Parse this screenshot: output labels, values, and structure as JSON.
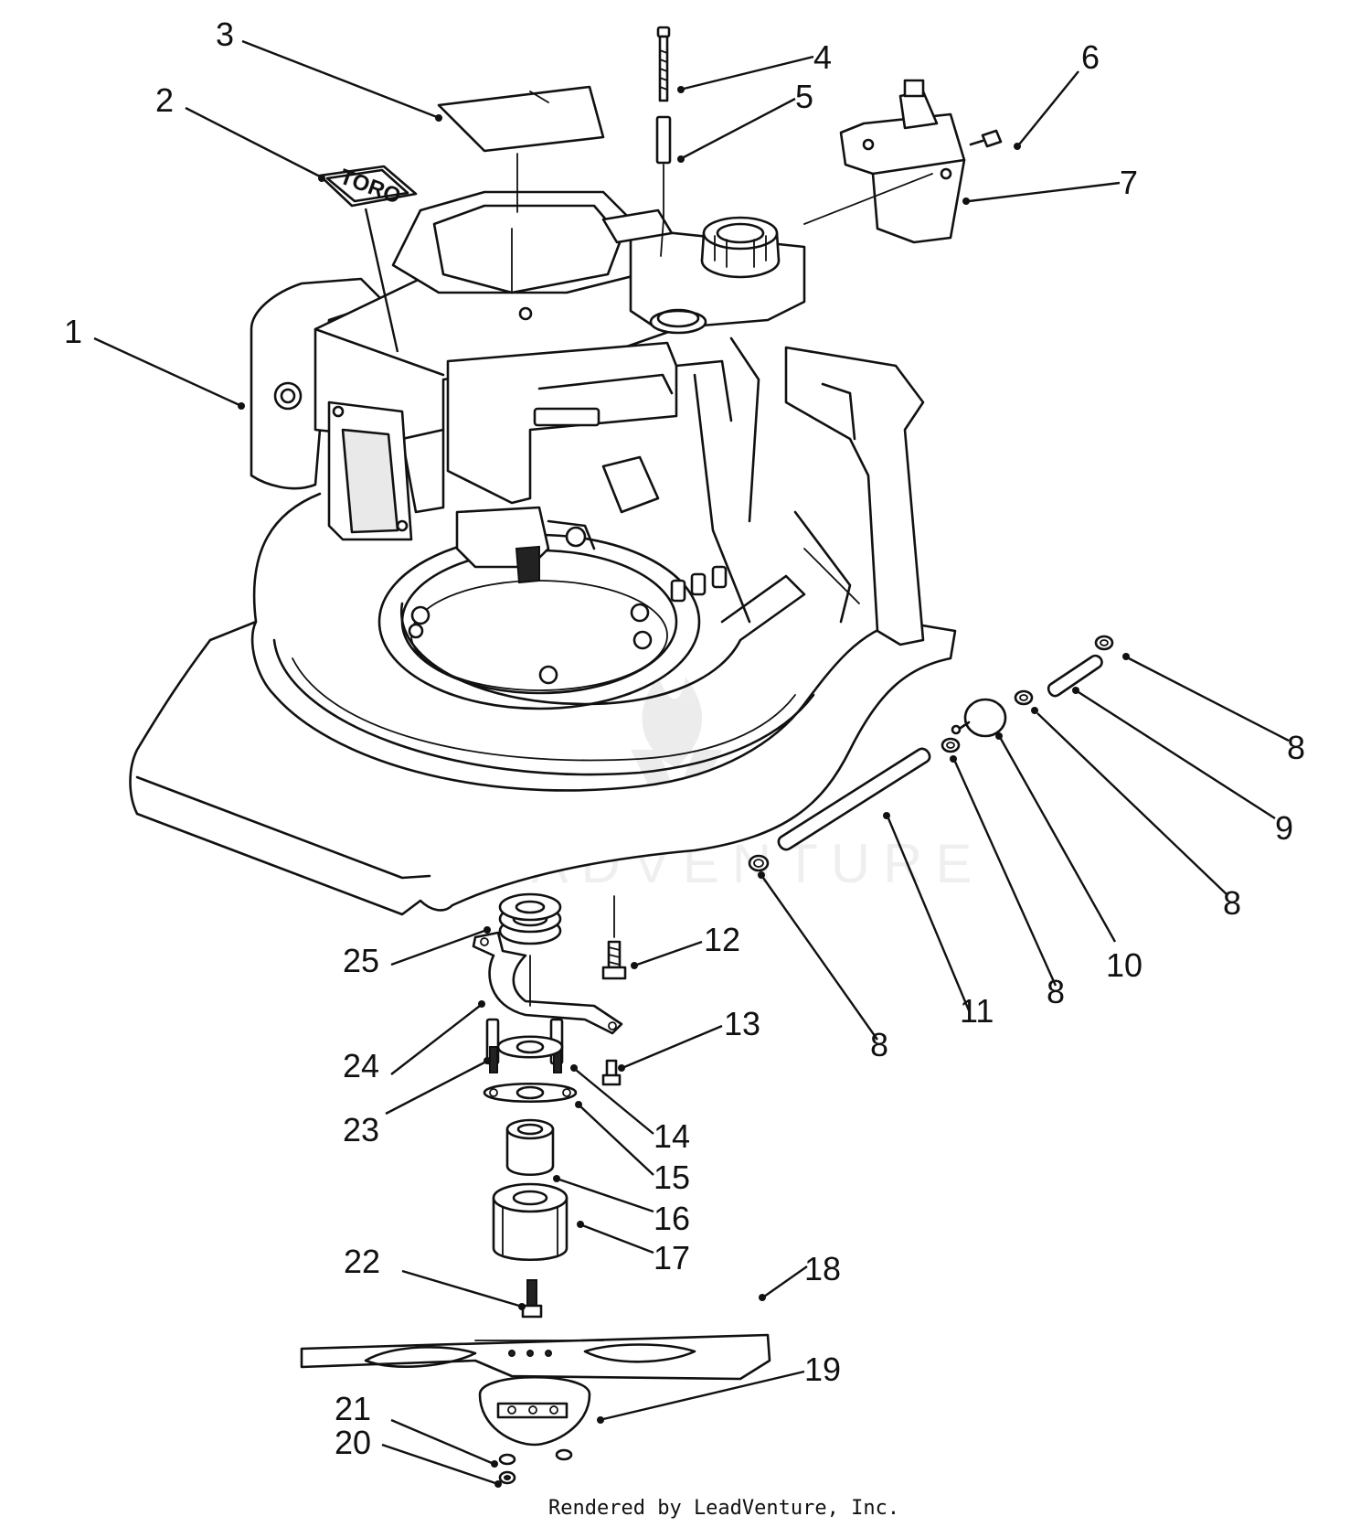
{
  "diagram": {
    "brand_decal": "TORO",
    "watermark": "LEADVENTURE",
    "footer": "Rendered by LeadVenture, Inc.",
    "callouts": [
      {
        "id": "c1",
        "label": "1"
      },
      {
        "id": "c2",
        "label": "2"
      },
      {
        "id": "c3",
        "label": "3"
      },
      {
        "id": "c4",
        "label": "4"
      },
      {
        "id": "c5",
        "label": "5"
      },
      {
        "id": "c6",
        "label": "6"
      },
      {
        "id": "c7",
        "label": "7"
      },
      {
        "id": "c8a",
        "label": "8"
      },
      {
        "id": "c9",
        "label": "9"
      },
      {
        "id": "c8b",
        "label": "8"
      },
      {
        "id": "c10",
        "label": "10"
      },
      {
        "id": "c8c",
        "label": "8"
      },
      {
        "id": "c11",
        "label": "11"
      },
      {
        "id": "c8d",
        "label": "8"
      },
      {
        "id": "c12",
        "label": "12"
      },
      {
        "id": "c13",
        "label": "13"
      },
      {
        "id": "c14",
        "label": "14"
      },
      {
        "id": "c15",
        "label": "15"
      },
      {
        "id": "c16",
        "label": "16"
      },
      {
        "id": "c17",
        "label": "17"
      },
      {
        "id": "c18",
        "label": "18"
      },
      {
        "id": "c19",
        "label": "19"
      },
      {
        "id": "c20",
        "label": "20"
      },
      {
        "id": "c21",
        "label": "21"
      },
      {
        "id": "c22",
        "label": "22"
      },
      {
        "id": "c23",
        "label": "23"
      },
      {
        "id": "c24",
        "label": "24"
      },
      {
        "id": "c25",
        "label": "25"
      }
    ]
  }
}
